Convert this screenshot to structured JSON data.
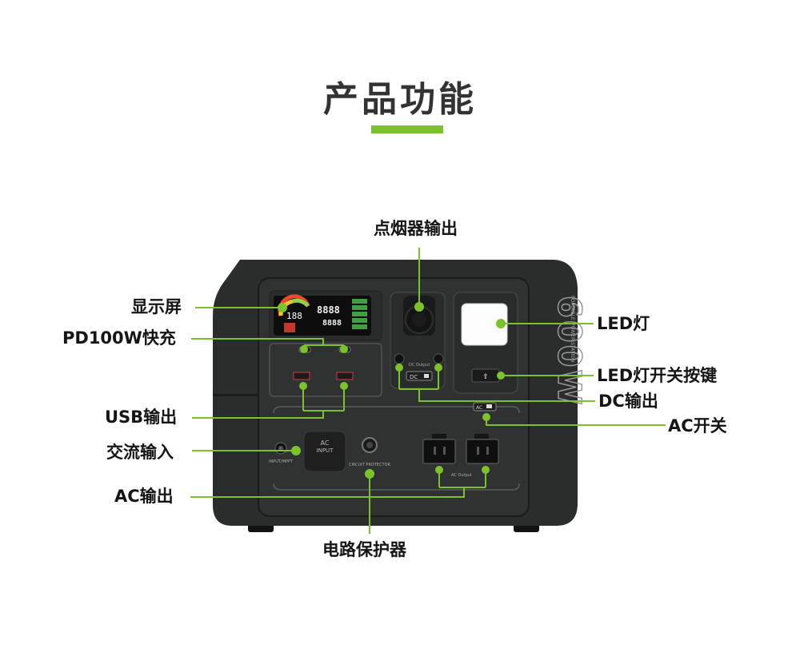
{
  "title": "产品功能",
  "device": {
    "model_text": "600W",
    "side_text_1": "PORTABLE",
    "side_text_2": "POWER STATION",
    "lcd_percent": "188",
    "lcd_digits": "8888",
    "dc_output_label": "DC  Output",
    "dc_label": "DC",
    "ac_label": "AC",
    "ac_input_line1": "AC",
    "ac_input_line2": "INPUT",
    "input_mppt_label": "INPUT/MPPT",
    "circuit_protector_label": "CIRCUIT PROTECTOR",
    "ac_output_label": "AC Output"
  },
  "callouts": {
    "cigarette": "点烟器输出",
    "display": "显示屏",
    "pd": "PD100W快充",
    "usb": "USB输出",
    "ac_in": "交流输入",
    "ac_out": "AC输出",
    "led": "LED灯",
    "led_switch": "LED灯开关按键",
    "dc_out": "DC输出",
    "ac_switch": "AC开关",
    "breaker": "电路保护器"
  },
  "colors": {
    "accent": "#7cc22c",
    "body": "#2b2c2c",
    "panel": "#323434",
    "text": "#151515"
  }
}
